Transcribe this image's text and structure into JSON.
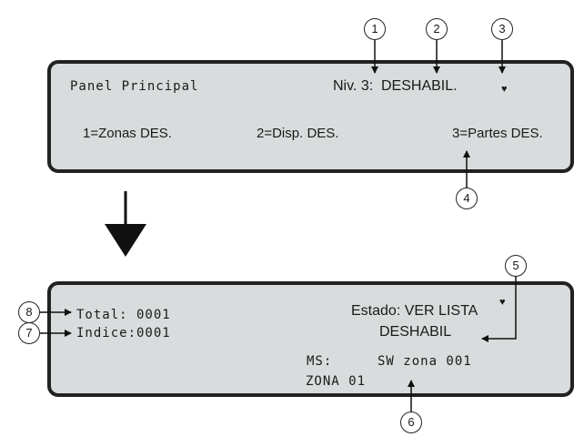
{
  "top_panel": {
    "title": "Panel Principal",
    "level_label": "Niv. 3:",
    "level_state": "DESHABIL.",
    "indicator": "♥",
    "options": [
      "1=Zonas DES.",
      "2=Disp. DES.",
      "3=Partes DES."
    ]
  },
  "bottom_panel": {
    "total": "Total: 0001",
    "indice": "Indice:0001",
    "estado": "Estado: VER LISTA",
    "estado_value": "DESHABIL",
    "indicator": "♥",
    "ms": "MS:",
    "sw": "SW zona 001",
    "zona": "ZONA 01"
  },
  "callouts": [
    "1",
    "2",
    "3",
    "4",
    "5",
    "6",
    "7",
    "8"
  ]
}
